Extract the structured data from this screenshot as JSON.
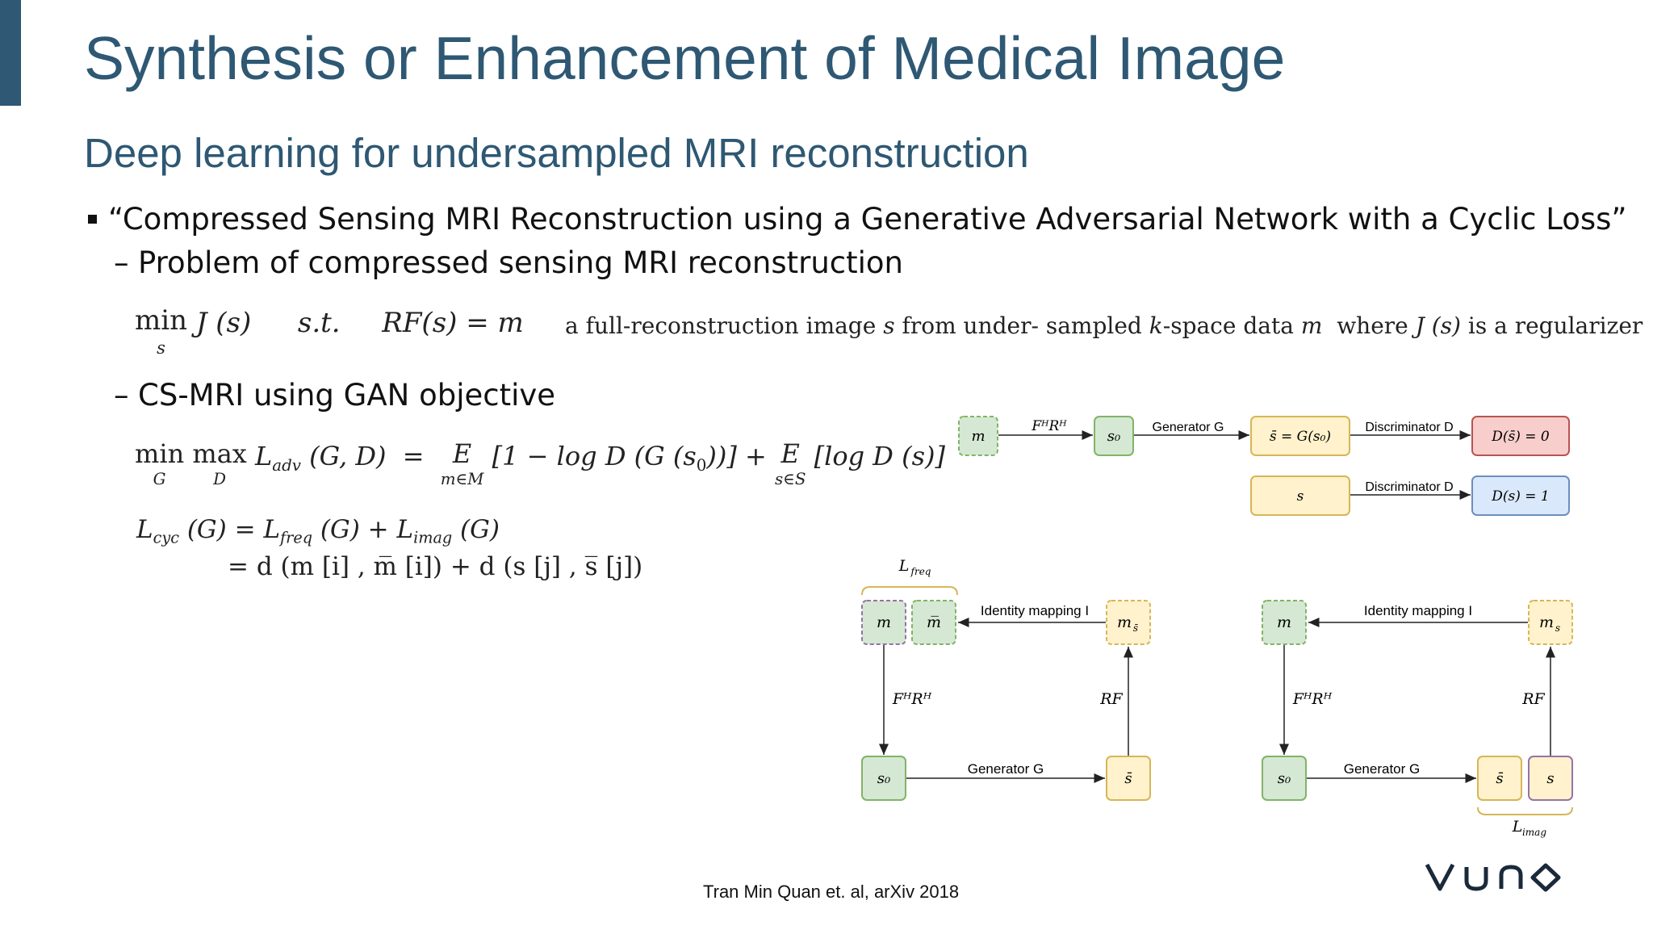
{
  "slide": {
    "title": "Synthesis or Enhancement of Medical Image",
    "subtitle": "Deep learning for undersampled MRI reconstruction",
    "bullet": "“Compressed Sensing MRI Reconstruction using a Generative Adversarial Network with a Cyclic Loss”",
    "sub_bullet_1": "Problem of compressed sensing MRI reconstruction",
    "sub_bullet_2": "CS-MRI using GAN objective",
    "citation": "Tran Min Quan et. al, arXiv 2018",
    "dash": "–"
  },
  "equations": {
    "problem": {
      "min": "min",
      "min_sub": "s",
      "objective": "J (s)",
      "st": "s.t.",
      "constraint": "RF(s) = m",
      "note_1": "a full-reconstruction image",
      "note_s": "s",
      "note_2": "from under- sampled",
      "note_k": "k",
      "note_3": "-space data",
      "note_m": "m",
      "note_4": "where",
      "note_j": "J (s)",
      "note_5": "is a regularizer"
    },
    "adv": {
      "min": "min",
      "min_sub": "G",
      "max": "max",
      "max_sub": "D",
      "L": "L",
      "L_sub": "adv",
      "args": "(G, D)",
      "eq": "=",
      "E1": "E",
      "E1_sub": "m∈M",
      "term1": "[1 − log D (G (s",
      "term1_sub": "0",
      "term1_end": "))] +",
      "E2": "E",
      "E2_sub": "s∈S",
      "term2": "[log D (s)]"
    },
    "cyc": {
      "L": "L",
      "L_sub": "cyc",
      "args": "(G) = L",
      "freq_sub": "freq",
      "mid": "(G) + L",
      "imag_sub": "imag",
      "end": "(G)",
      "line2": "= d (m [i] , m̅ [i]) + d (s [j] , s̅ [j])"
    }
  },
  "diagram_top": {
    "row1": [
      "m",
      "FᴴRᴴ",
      "s₀",
      "Generator G",
      "s̄ = G(s₀)",
      "Discriminator D",
      "D(s̄) = 0"
    ],
    "row2": [
      "s",
      "Discriminator D",
      "D(s) = 1"
    ]
  },
  "diagram_left": {
    "brace_label": "L",
    "brace_sub": "freq",
    "m": "m",
    "m_bar": "m̅",
    "m_sbar": "m",
    "m_sbar_sub": "s̄",
    "identity": "Identity mapping I",
    "fh": "FᴴRᴴ",
    "rf": "RF",
    "s0": "s₀",
    "generator": "Generator G",
    "s_bar": "s̄"
  },
  "diagram_right": {
    "m": "m",
    "ms": "m",
    "ms_sub": "s",
    "identity": "Identity mapping I",
    "fh": "FᴴRᴴ",
    "rf": "RF",
    "s0": "s₀",
    "generator": "Generator G",
    "s_bar": "s̄",
    "s": "s",
    "brace_label": "L",
    "brace_sub": "imag"
  },
  "colors": {
    "title": "#2e5873",
    "green_fill": "#d5e8d4",
    "green_stroke": "#82b366",
    "yellow_fill": "#fff2cc",
    "yellow_stroke": "#d6b656",
    "red_fill": "#f8cecc",
    "red_stroke": "#b85450",
    "blue_fill": "#dae8fc",
    "blue_stroke": "#6c8ebf",
    "purple": "#9673a6"
  },
  "logo": {
    "text": "VUNO"
  }
}
